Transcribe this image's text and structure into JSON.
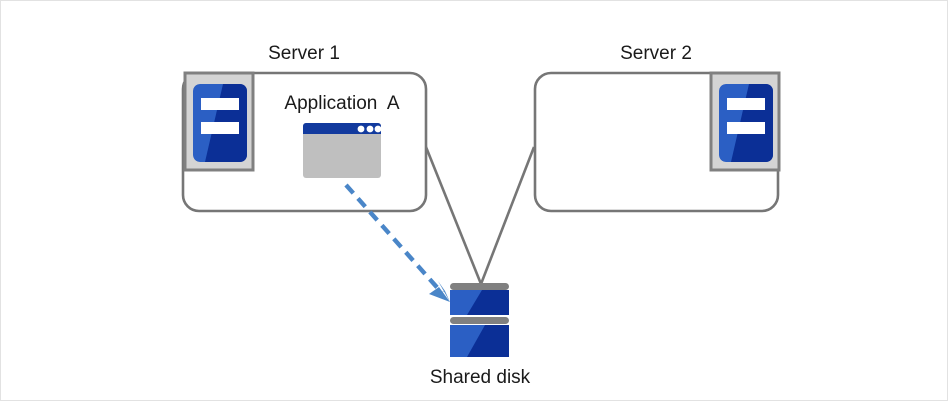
{
  "diagram": {
    "title": "Shared disk cluster with Application A on Server 1",
    "type": "architecture-diagram",
    "colors": {
      "box_border": "#767676",
      "box_fill": "#ffffff",
      "connector_line": "#767676",
      "arrow_blue": "#4a86c8",
      "icon_blue_light": "#2b5fc4",
      "icon_blue_dark": "#0b2f96",
      "icon_backing_gray": "#d4d4d4",
      "icon_backing_border": "#808080",
      "window_titlebar": "#123a9e",
      "window_body": "#bfbfbf",
      "disk_bar_gray": "#808080",
      "canvas_border": "#e2e2e2",
      "text": "#1a1a1a"
    }
  },
  "nodes": {
    "server1": {
      "label": "Server 1",
      "icon": "server-icon",
      "contains_app": true
    },
    "server2": {
      "label": "Server 2",
      "icon": "server-icon",
      "contains_app": false
    },
    "application": {
      "label": "Application  A",
      "icon": "application-window-icon",
      "window_dots": 3
    },
    "shared_disk": {
      "label": "Shared disk",
      "icon": "database-disk-icon",
      "platters": 2
    }
  },
  "connectors": [
    {
      "name": "server1-to-disk",
      "style": "solid",
      "color": "#767676",
      "from": "server1",
      "to": "shared_disk"
    },
    {
      "name": "server2-to-disk",
      "style": "solid",
      "color": "#767676",
      "from": "server2",
      "to": "shared_disk"
    },
    {
      "name": "application-to-disk",
      "style": "dashed",
      "color": "#4a86c8",
      "arrowhead": true,
      "from": "application",
      "to": "shared_disk"
    }
  ]
}
